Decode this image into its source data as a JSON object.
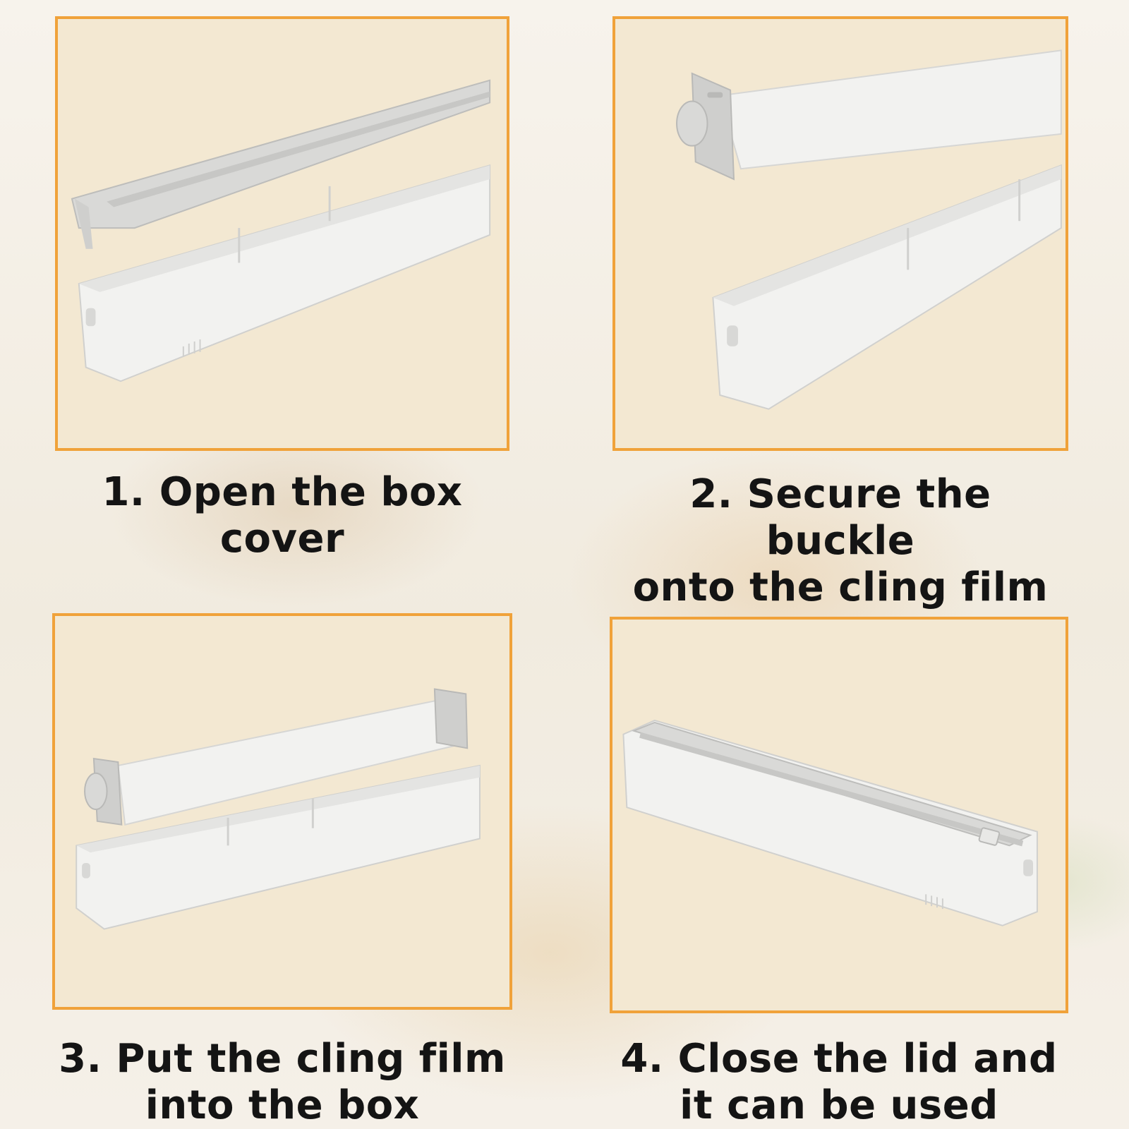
{
  "steps": [
    {
      "caption_lines": [
        "1. Open the box cover"
      ]
    },
    {
      "caption_lines": [
        "2. Secure the buckle",
        "onto the cling film"
      ]
    },
    {
      "caption_lines": [
        "3. Put the cling film",
        "into the box"
      ]
    },
    {
      "caption_lines": [
        "4. Close the lid and",
        "it can be used"
      ]
    }
  ],
  "colors": {
    "panel_border": "#f0a23a",
    "panel_background": "#f3e8d2",
    "caption_text": "#141414",
    "product_white": "#f2f2f0",
    "product_grey": "#cfcfcd"
  }
}
